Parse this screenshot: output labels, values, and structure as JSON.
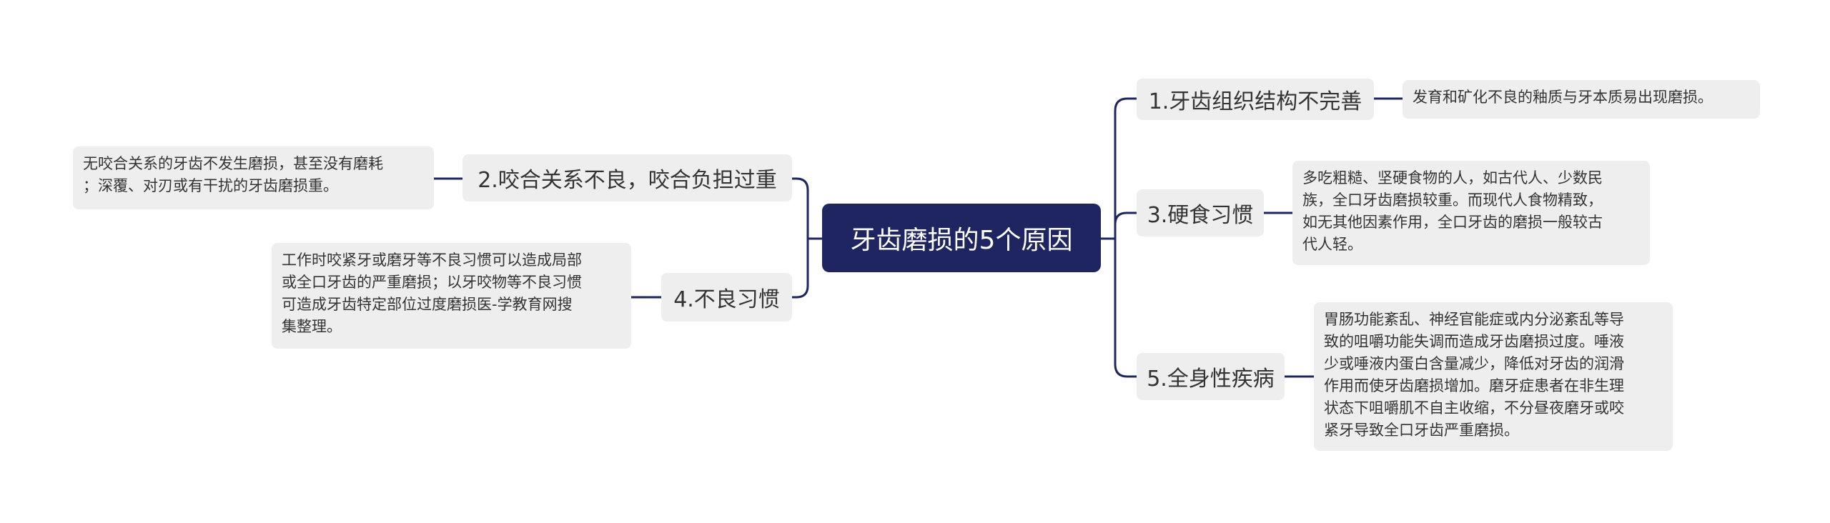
{
  "central": "牙齿磨损的5个原因",
  "branches": [
    {
      "label": "1.牙齿组织结构不完善",
      "detail": "发育和矿化不良的釉质与牙本质易出现磨损。"
    },
    {
      "label": "2.咬合关系不良，咬合负担过重",
      "detail": "无咬合关系的牙齿不发生磨损，甚至没有磨耗\n；深覆、对刃或有干扰的牙齿磨损重。"
    },
    {
      "label": "3.硬食习惯",
      "detail": "多吃粗糙、坚硬食物的人，如古代人、少数民\n族，全口牙齿磨损较重。而现代人食物精致，\n如无其他因素作用，全口牙齿的磨损一般较古\n代人轻。"
    },
    {
      "label": "4.不良习惯",
      "detail": "工作时咬紧牙或磨牙等不良习惯可以造成局部\n或全口牙齿的严重磨损；以牙咬物等不良习惯\n可造成牙齿特定部位过度磨损医-学教育网搜\n集整理。"
    },
    {
      "label": "5.全身性疾病",
      "detail": "胃肠功能紊乱、神经官能症或内分泌紊乱等导\n致的咀嚼功能失调而造成牙齿磨损过度。唾液\n少或唾液内蛋白含量减少，降低对牙齿的润滑\n作用而使牙齿磨损增加。磨牙症患者在非生理\n状态下咀嚼肌不自主收缩，不分昼夜磨牙或咬\n紧牙导致全口牙齿严重磨损。"
    }
  ],
  "colors": {
    "central_bg": "#1f2561",
    "node_bg": "#eeeeee",
    "line": "#1f2561"
  }
}
